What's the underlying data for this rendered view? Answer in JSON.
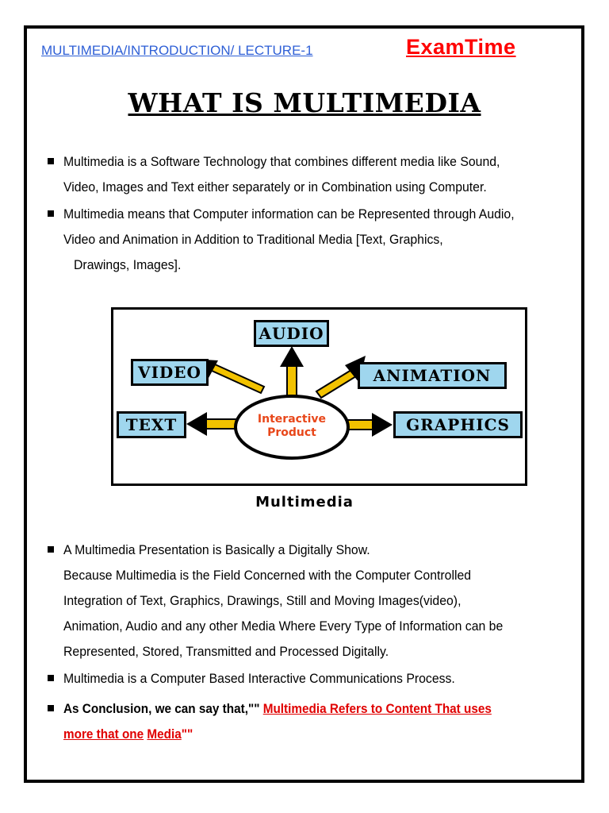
{
  "header": {
    "link_text": "MULTIMEDIA/INTRODUCTION/ LECTURE-1",
    "brand": "ExamTime"
  },
  "title": "WHAT IS MULTIMEDIA",
  "intro_bullets": [
    {
      "lines": [
        "Multimedia is a Software Technology that combines different media like Sound,",
        "Video, Images and Text either separately or in Combination using Computer."
      ]
    },
    {
      "lines": [
        "Multimedia means that Computer information can be Represented through Audio,",
        "Video and Animation in Addition to Traditional Media [Text, Graphics,",
        "Drawings, Images]."
      ]
    }
  ],
  "diagram": {
    "center_line1": "Interactive",
    "center_line2": "Product",
    "nodes": {
      "audio": "AUDIO",
      "video": "VIDEO",
      "animation": "ANIMATION",
      "text": "TEXT",
      "graphics": "GRAPHICS"
    },
    "caption": "Multimedia"
  },
  "details_bullets": [
    {
      "lines": [
        "A Multimedia Presentation is Basically a Digitally Show.",
        "Because Multimedia is the Field Concerned with the Computer Controlled",
        "Integration of Text, Graphics, Drawings, Still and Moving Images(video),",
        "Animation, Audio and any other Media Where Every Type of Information can be",
        "Represented, Stored, Transmitted and Processed Digitally."
      ]
    },
    {
      "lines": [
        "Multimedia is a Computer Based Interactive Communications Process."
      ]
    }
  ],
  "conclusion": {
    "lead": "As Conclusion, we can say that,\"\" ",
    "red_1": "Multimedia Refers to   Content That uses",
    "red_2": "more that one",
    "space": " ",
    "red_3": "Media",
    "tail": "\"\""
  },
  "colors": {
    "link": "#2e5fd6",
    "brand": "#ff0000",
    "node_fill": "#9fd6ee",
    "arrow_fill": "#f2c200",
    "center_text": "#e8471a",
    "conclusion_red": "#e00000"
  }
}
